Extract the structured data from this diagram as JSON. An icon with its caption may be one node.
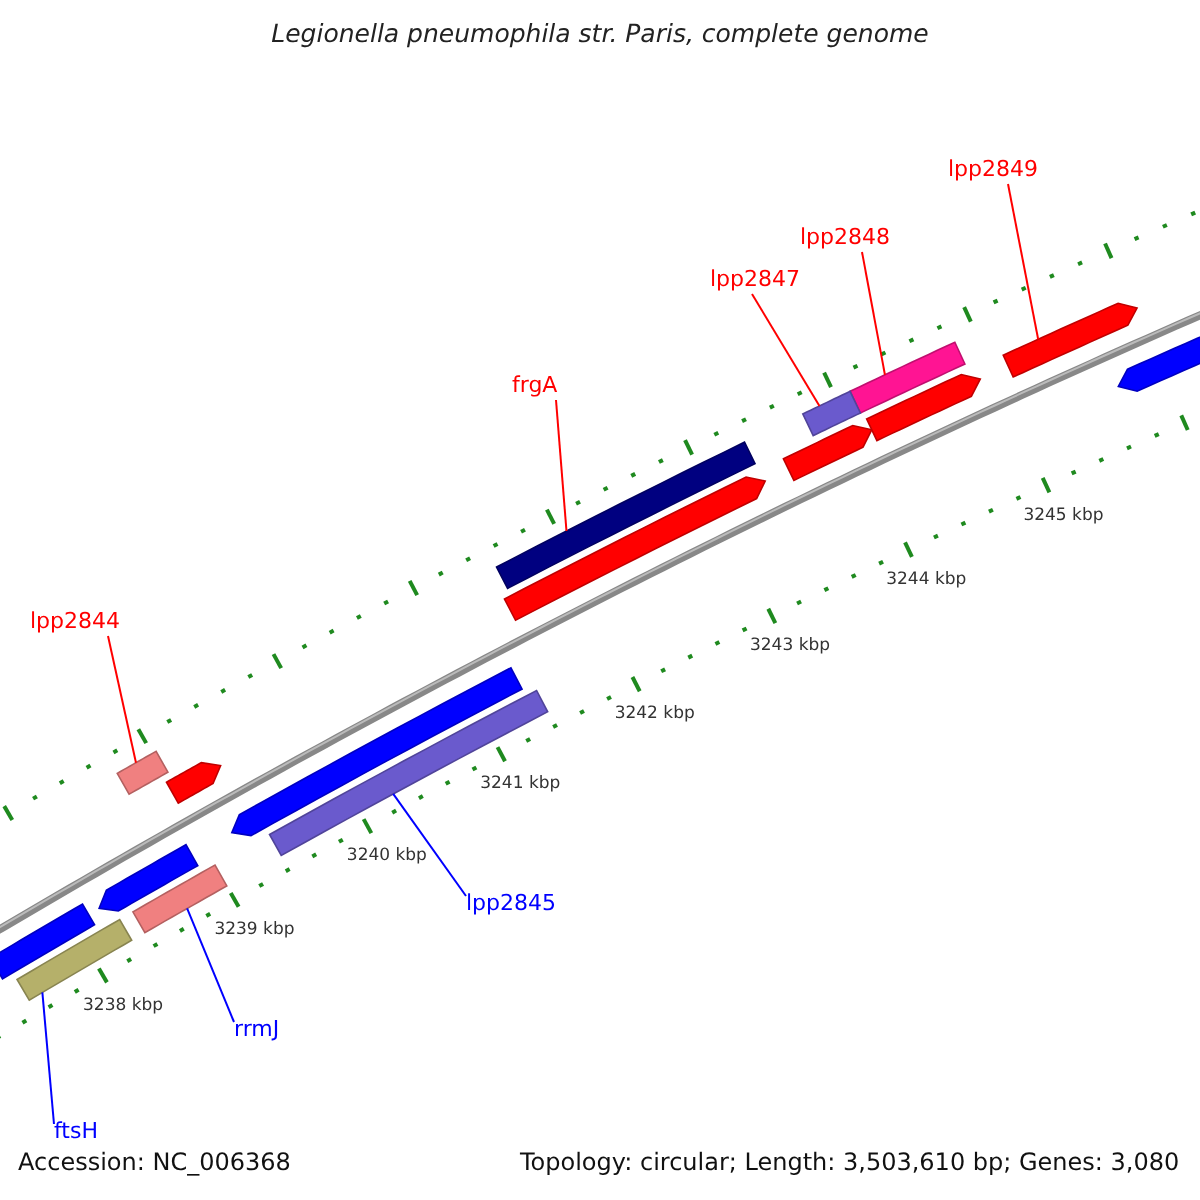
{
  "diagram": {
    "title": "Legionella pneumophila str. Paris, complete genome",
    "nodes": [
      {
        "text": [
          "lpp2849"
        ]
      },
      {
        "text": [
          "lpp2848"
        ]
      },
      {
        "text": [
          "lpp2847"
        ]
      },
      {
        "text": [
          "frgA"
        ]
      },
      {
        "text": [
          "lpp2844"
        ]
      },
      {
        "text": [
          "lpp2845"
        ]
      },
      {
        "text": [
          "rrmJ"
        ]
      },
      {
        "text": [
          "ftsH"
        ]
      },
      {
        "text": [],
        "shape": "bar"
      },
      {
        "text": [],
        "shape": "bar"
      },
      {
        "text": [],
        "shape": "bar"
      },
      {
        "text": [],
        "shape": "bar"
      },
      {
        "text": [],
        "shape": "bar"
      },
      {
        "text": [],
        "shape": "bar"
      },
      {
        "text": [],
        "shape": "bar"
      },
      {
        "text": [],
        "shape": "bar"
      },
      {
        "text": [],
        "shape": "bar"
      },
      {
        "text": [],
        "shape": "bar"
      },
      {
        "text": [],
        "shape": "bar"
      },
      {
        "text": [],
        "shape": "bar"
      },
      {
        "text": [],
        "shape": "bar"
      },
      {
        "text": [],
        "shape": "bar"
      },
      {
        "text": [],
        "shape": "bar"
      },
      {
        "text": [],
        "shape": "bar"
      }
    ],
    "edges": [
      {
        "from": 0,
        "to": 8,
        "arrow": "none"
      },
      {
        "from": 1,
        "to": 9,
        "arrow": "none"
      },
      {
        "from": 2,
        "to": 10,
        "arrow": "none"
      },
      {
        "from": 3,
        "to": 11,
        "arrow": "none"
      },
      {
        "from": 4,
        "to": 12,
        "arrow": "none"
      },
      {
        "from": 5,
        "to": 13,
        "arrow": "none",
        "color": "#0000ff"
      },
      {
        "from": 6,
        "to": 14,
        "arrow": "none",
        "color": "#0000ff"
      },
      {
        "from": 7,
        "to": 15,
        "arrow": "none",
        "color": "#0000ff"
      }
    ],
    "labels": [
      "3238 kbp",
      "3239 kbp",
      "3240 kbp",
      "3241 kbp",
      "3242 kbp",
      "3243 kbp",
      "3244 kbp",
      "3245 kbp",
      "Accession: NC_006368",
      "Topology: circular; Length: 3,503,610 bp; Genes: 3,080"
    ]
  }
}
